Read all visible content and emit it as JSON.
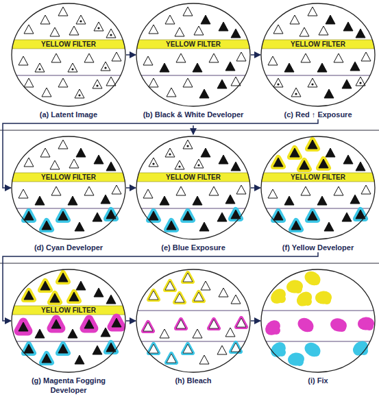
{
  "diagram": {
    "nodes": [
      {
        "text": [
          "YELLOW FILTER",
          "(a) Latent Image"
        ]
      },
      {
        "text": [
          "YELLOW FILTER",
          "(b) Black & White Developer"
        ]
      },
      {
        "text": [
          "YELLOW FILTER",
          "(c) Red ↑ Exposure"
        ]
      },
      {
        "text": [
          "YELLOW FILTER",
          "(d) Cyan Developer"
        ]
      },
      {
        "text": [
          "YELLOW FILTER",
          "(e) Blue Exposure"
        ]
      },
      {
        "text": [
          "YELLOW FILTER",
          "(f) Yellow Developer"
        ]
      },
      {
        "text": [
          "YELLOW FILTER",
          "(g) Magenta Fogging Developer"
        ]
      },
      {
        "text": [
          "(h) Bleach"
        ]
      },
      {
        "text": [
          "(i) Fix"
        ]
      }
    ],
    "edges": [
      {
        "from": 0,
        "to": 1,
        "arrow": "to"
      },
      {
        "from": 1,
        "to": 2,
        "arrow": "to"
      },
      {
        "from": 2,
        "to": 3,
        "arrow": "to"
      },
      {
        "from": 3,
        "to": 4,
        "arrow": "to"
      },
      {
        "from": 4,
        "to": 5,
        "arrow": "to"
      },
      {
        "from": 5,
        "to": 6,
        "arrow": "to"
      },
      {
        "from": 6,
        "to": 7,
        "arrow": "to"
      },
      {
        "from": 7,
        "to": 8,
        "arrow": "to"
      }
    ]
  }
}
